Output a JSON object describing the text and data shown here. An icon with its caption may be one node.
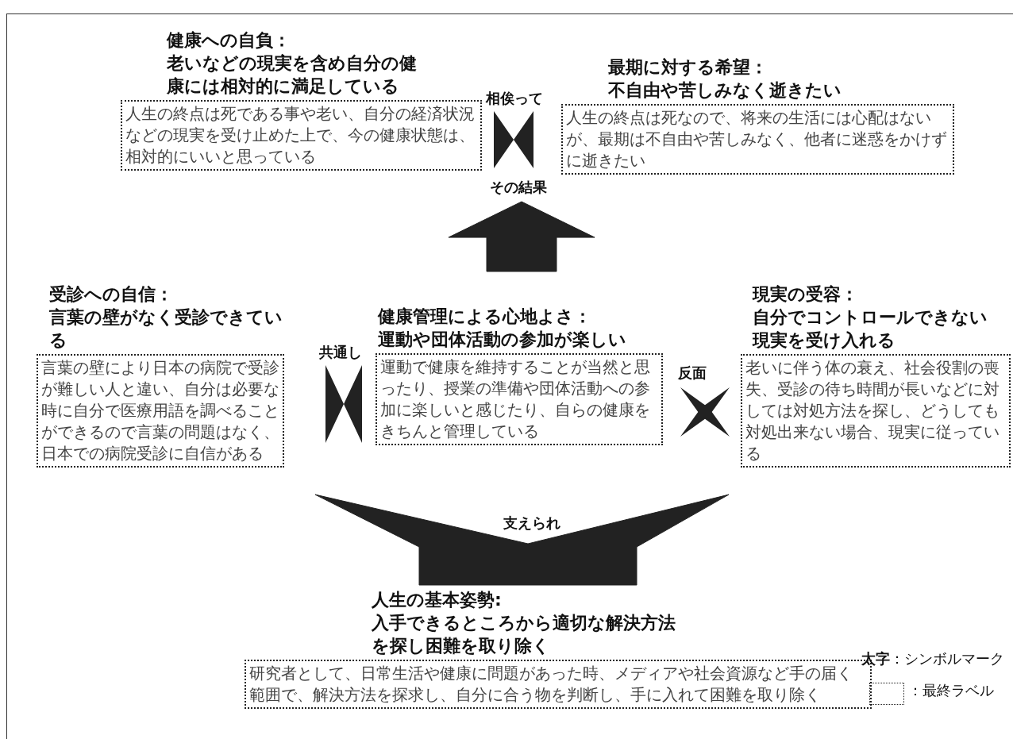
{
  "diagram": {
    "nodes": [
      {
        "text": [
          "健康への自負：老いなどの現実を含め自分の健康には相対的に満足している",
          "人生の終点は死である事や老い、自分の経済状況などの現実を受け止めた上で、今の健康状態は、相対的にいいと思っている"
        ]
      },
      {
        "text": [
          "最期に対する希望：不自由や苦しみなく逝きたい",
          "人生の終点は死なので、将来の生活には心配はないが、最期は不自由や苦しみなく、他者に迷惑をかけずに逝きたい"
        ]
      },
      {
        "text": [
          "受診への自信：言葉の壁がなく受診できている",
          "言葉の壁により日本の病院で受診が難しい人と違い、自分は必要な時に自分で医療用語を調べることができるので言葉の問題はなく、日本での病院受診に自信がある"
        ]
      },
      {
        "text": [
          "健康管理による心地よさ：運動や団体活動の参加が楽しい",
          "運動で健康を維持することが当然と思ったり、授業の準備や団体活動への参加に楽しいと感じたり、自らの健康をきちんと管理している"
        ]
      },
      {
        "text": [
          "現実の受容：自分でコントロールできない現実を受け入れる",
          "老いに伴う体の衰え、社会役割の喪失、受診の待ち時間が長いなどに対しては対処方法を探し、どうしても対処出来ない場合、現実に従っている"
        ]
      },
      {
        "text": [
          "人生の基本姿勢:入手できるところから適切な解決方法を探し困難を取り除く",
          "研究者として、日常生活や健康に問題があった時、メディアや社会資源など手の届く範囲で、解決方法を探求し、自分に合う物を判断し、手に入れて困難を取り除く"
        ]
      }
    ],
    "edges": [
      {
        "from": 3,
        "to": 0,
        "arrow": "to",
        "label": "その結果",
        "style": "thick"
      },
      {
        "from": 3,
        "to": 1,
        "arrow": "to",
        "style": "thick"
      },
      {
        "from": 5,
        "to": 2,
        "arrow": "none",
        "style": "thick"
      },
      {
        "from": 5,
        "to": 3,
        "arrow": "none",
        "label": "支えられ",
        "style": "thick"
      },
      {
        "from": 5,
        "to": 4,
        "arrow": "none",
        "style": "thick"
      }
    ],
    "labels": [
      "相俟って",
      "共通し",
      "反面"
    ],
    "legend": [
      {
        "text": "**太字**：シンボルマーク"
      },
      {
        "text": "：最終ラベル"
      }
    ]
  }
}
